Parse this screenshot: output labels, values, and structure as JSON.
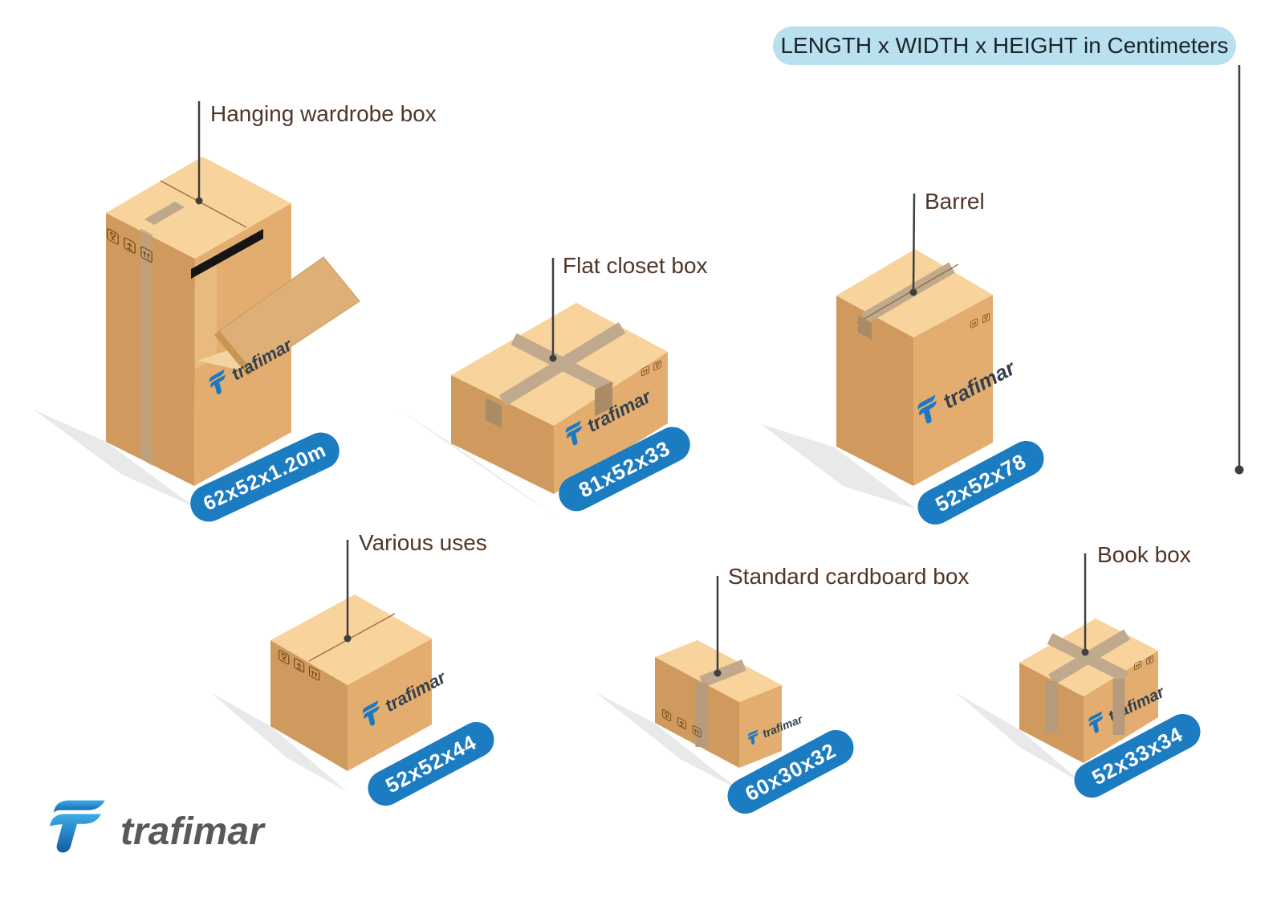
{
  "header": {
    "units_label": "LENGTH x WIDTH x HEIGHT in Centimeters"
  },
  "brand": {
    "name": "trafimar",
    "box_logo_text": "trafimar"
  },
  "colors": {
    "dimension_pill": "#1c7cc2",
    "header_pill_bg": "#b9e0ee",
    "label_text": "#503626",
    "cardboard_top": "#f8d49c",
    "cardboard_light_face": "#e2ad6e",
    "cardboard_dark_face": "#d09a5e",
    "tape": "#c0a98c",
    "logo_blue": "#1c79c1",
    "wordmark_gray": "#58595b"
  },
  "boxes": [
    {
      "id": "hanging-wardrobe-box",
      "label": "Hanging wardrobe box",
      "dimensions": "62x52x1.20m"
    },
    {
      "id": "flat-closet-box",
      "label": "Flat closet box",
      "dimensions": "81x52x33"
    },
    {
      "id": "barrel",
      "label": "Barrel",
      "dimensions": "52x52x78"
    },
    {
      "id": "various-uses",
      "label": "Various uses",
      "dimensions": "52x52x44"
    },
    {
      "id": "standard-cardboard-box",
      "label": "Standard cardboard box",
      "dimensions": "60x30x32"
    },
    {
      "id": "book-box",
      "label": "Book box",
      "dimensions": "52x33x34"
    }
  ]
}
